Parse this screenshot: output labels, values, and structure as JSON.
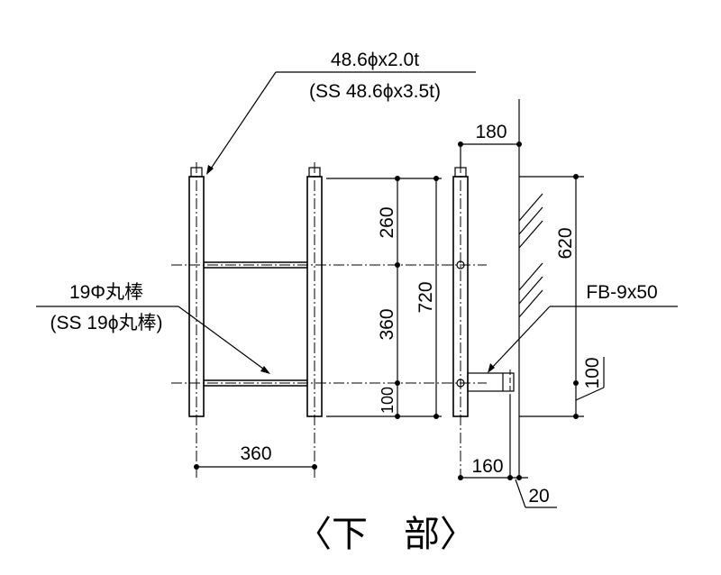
{
  "labels": {
    "pipe_spec": "48.6ϕx2.0t",
    "pipe_spec_alt": "(SS 48.6ϕx3.5t)",
    "bar_spec": "19Φ丸棒",
    "bar_spec_alt": "(SS 19ϕ丸棒)",
    "flat_bar": "FB-9x50",
    "title": "〈下　部〉"
  },
  "dimensions": {
    "top_offset": "180",
    "height_upper": "260",
    "height_middle": "360",
    "height_lower": "100",
    "height_total": "720",
    "width_front": "360",
    "side_height": "620",
    "side_bottom": "100",
    "side_width": "160",
    "side_gap": "20"
  }
}
